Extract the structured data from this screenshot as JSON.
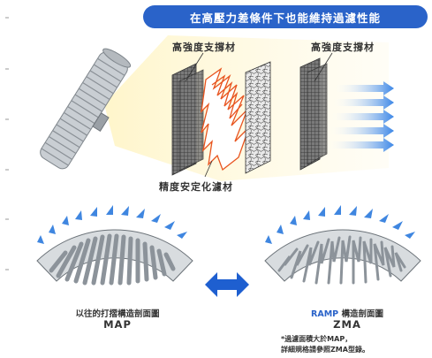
{
  "banner": {
    "text": "在高壓力差條件下也能維持過濾性能"
  },
  "labels": {
    "support_left": "高強度支撐材",
    "support_right": "高強度支撐材",
    "filter_media": "精度安定化濾材"
  },
  "map": {
    "caption": "以往的打摺構造剖面圖",
    "name": "MAP"
  },
  "zma": {
    "caption_prefix": "RAMP",
    "caption_suffix": " 構造剖面圖",
    "name": "ZMA"
  },
  "note": {
    "line1": "*過濾面積大於MAP，",
    "line2": "詳細規格請參照ZMA型錄。"
  },
  "colors": {
    "accent_blue": "#2a63c9",
    "orange": "#e8541f",
    "light_blue": "#5b9ee8"
  }
}
